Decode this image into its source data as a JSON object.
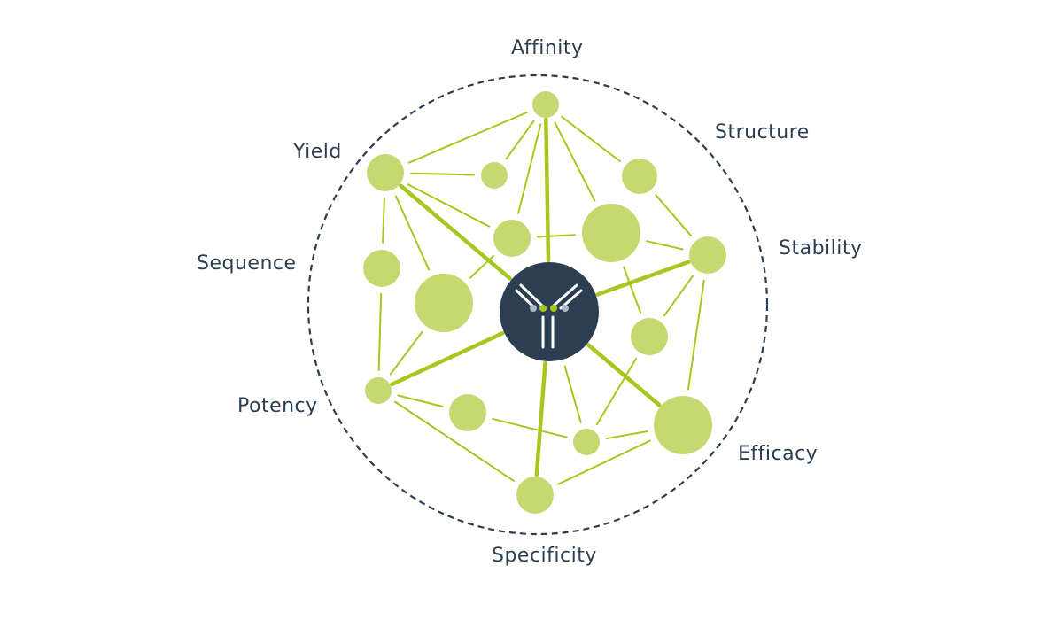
{
  "colors": {
    "accent": "#c6d870",
    "line": "#a6c71e",
    "dark": "#2c3e52",
    "ring": "#2c3e52"
  },
  "center_icon": "antibody-icon",
  "labels": {
    "affinity": "Affinity",
    "structure": "Structure",
    "stability": "Stability",
    "efficacy": "Efficacy",
    "specificity": "Specificity",
    "potency": "Potency",
    "sequence": "Sequence",
    "yield": "Yield"
  }
}
